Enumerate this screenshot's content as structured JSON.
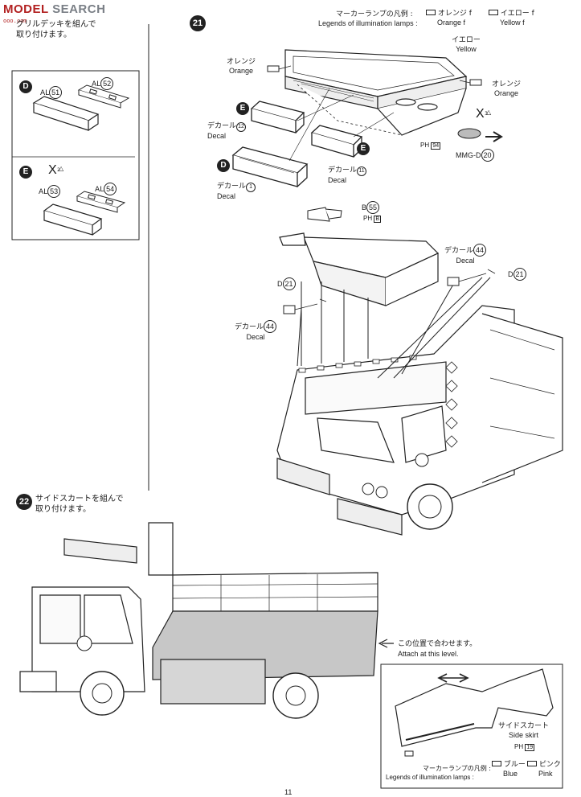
{
  "watermark": {
    "brand_part1": "MODEL",
    "brand_part2": "SEARCH",
    "site": "ooo.com"
  },
  "step_prev": {
    "title_line1": "グリルデッキを組んで",
    "title_line2": "取り付けます。",
    "row_d": {
      "letter": "D",
      "parts": [
        {
          "prefix": "AL",
          "num": "51"
        },
        {
          "prefix": "AL",
          "num": "52"
        }
      ]
    },
    "row_e": {
      "letter": "E",
      "x_count": "2",
      "parts": [
        {
          "prefix": "AL",
          "num": "53"
        },
        {
          "prefix": "AL",
          "num": "54"
        }
      ]
    }
  },
  "step21": {
    "number": "21",
    "legend_jp": "マーカーランプの凡例 :",
    "legend_en": "Legends of illumination lamps :",
    "legend_items": [
      {
        "jp": "オレンジ f",
        "en": "Orange f",
        "color": "#f0a030"
      },
      {
        "jp": "イエロー f",
        "en": "Yellow f",
        "color": "#f0e040"
      }
    ],
    "yellow_jp": "イエロー",
    "yellow_en": "Yellow",
    "orange_left_jp": "オレンジ",
    "orange_left_en": "Orange",
    "orange_right_jp": "オレンジ",
    "orange_right_en": "Orange",
    "x_count": "3",
    "ph_label": "PH",
    "ph_num": "94",
    "mmg_label": "MMG-D",
    "mmg_num": "20",
    "decal_jp": "デカール",
    "decal_en": "Decal",
    "decal_12": "12",
    "decal_11": "11",
    "decal_1": "1",
    "b_label": "B",
    "b_num": "55",
    "b_ph": "PH",
    "b_ph_box": "B",
    "decal44": "44",
    "d21_label": "D",
    "d21_num": "21"
  },
  "step22": {
    "number": "22",
    "title_line1": "サイドスカートを組んで",
    "title_line2": "取り付けます。",
    "attach_jp": "この位置で合わせます。",
    "attach_en": "Attach at this level.",
    "skirt_jp": "サイドスカート",
    "skirt_en": "Side skirt",
    "skirt_ph": "PH",
    "skirt_ph_num": "19",
    "legend_jp": "マーカーランプの凡例 :",
    "legend_en": "Legends of illumination lamps :",
    "legend_items": [
      {
        "jp": "ブルー",
        "en": "Blue",
        "color": "#4060c0"
      },
      {
        "jp": "ピンク",
        "en": "Pink",
        "color": "#e070a0"
      }
    ]
  },
  "page_number": "11"
}
